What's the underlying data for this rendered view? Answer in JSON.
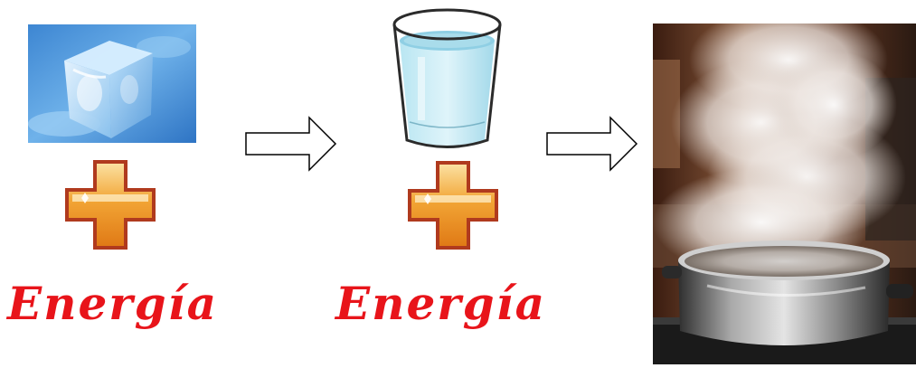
{
  "diagram": {
    "steps": [
      {
        "id": "ice",
        "image_name": "ice-cube",
        "has_plus": true,
        "label": "Energía"
      },
      {
        "id": "water",
        "image_name": "glass-of-water",
        "has_plus": true,
        "label": "Energía"
      },
      {
        "id": "steam",
        "image_name": "boiling-pot-steam",
        "has_plus": false,
        "label": ""
      }
    ],
    "connectors": [
      "outline-arrow-right",
      "outline-arrow-right"
    ]
  },
  "colors": {
    "label": "#e8141a",
    "plus_fill": "#f2a535",
    "plus_border": "#b03a1e",
    "arrow_stroke": "#000000"
  }
}
